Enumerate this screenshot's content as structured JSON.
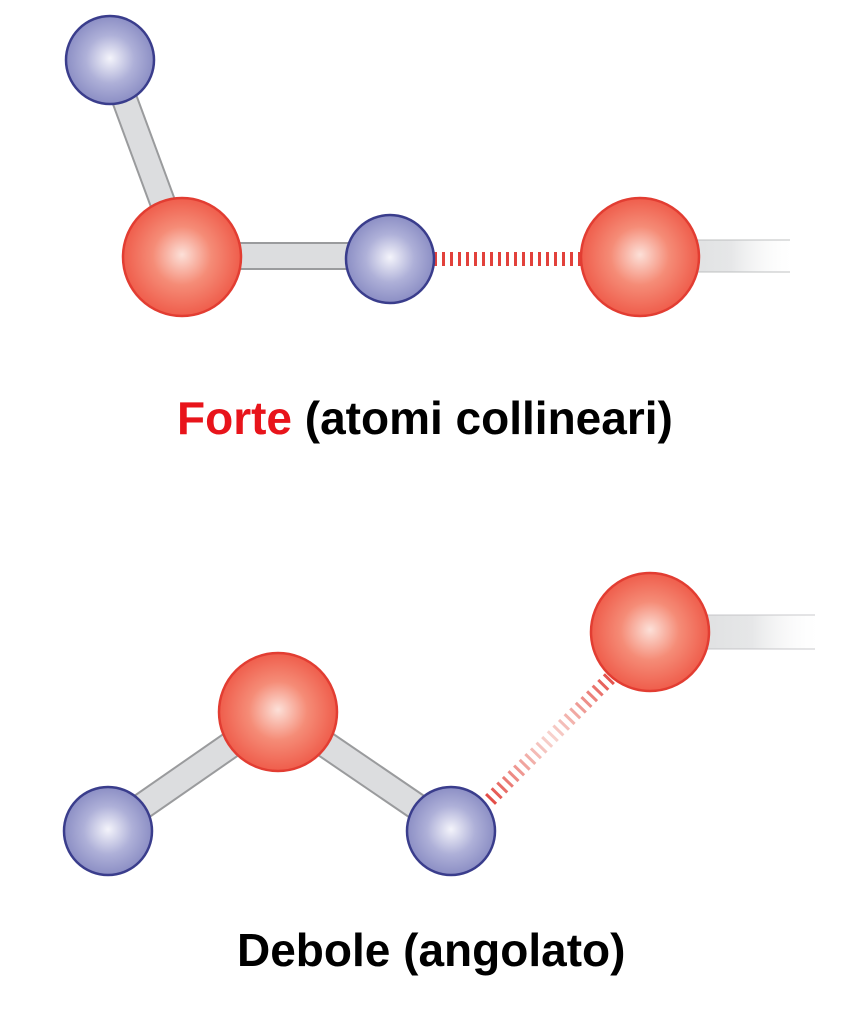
{
  "colors": {
    "oxygen": "#f0614f",
    "hydrogen": "#8d90c6",
    "bond": "#d9dadb",
    "hbond": "#e2413b",
    "text_highlight": "#e8141b",
    "text": "#000000"
  },
  "strong": {
    "highlight": "Forte",
    "rest": " (atomi collineari)"
  },
  "weak": {
    "label": "Debole (angolato)"
  }
}
